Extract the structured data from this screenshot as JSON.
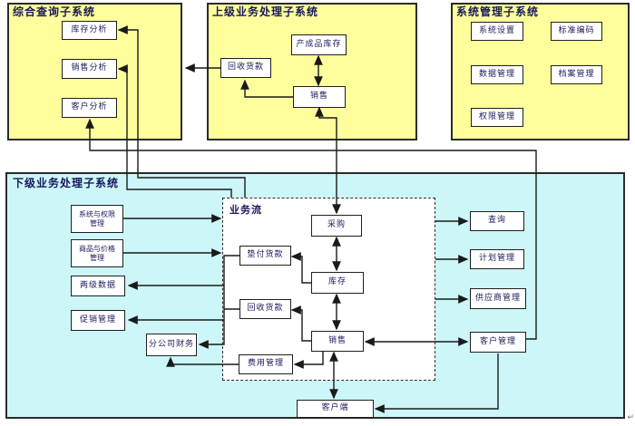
{
  "colors": {
    "subsystem_fill": "#feff9c",
    "lower_fill": "#ccf6f7",
    "box_fill": "#ffffff",
    "line": "#1a1a1a",
    "title_text": "#18185e",
    "label_text": "#1b1b5a"
  },
  "subsystems": {
    "query": {
      "title": "综合查询子系统",
      "nodes": [
        {
          "label": "库存分析"
        },
        {
          "label": "销售分析"
        },
        {
          "label": "客户分析"
        }
      ]
    },
    "upper": {
      "title": "上级业务处理子系统",
      "nodes": [
        {
          "label": "产成品库存"
        },
        {
          "label": "回收货款"
        },
        {
          "label": "销售"
        }
      ]
    },
    "admin": {
      "title": "系统管理子系统",
      "nodes": [
        {
          "label": "系统设置"
        },
        {
          "label": "标准编码"
        },
        {
          "label": "数据管理"
        },
        {
          "label": "档案管理"
        },
        {
          "label": "权限管理"
        }
      ]
    },
    "lower": {
      "title": "下级业务处理子系统",
      "left_nodes": [
        {
          "label": "系统与权限\n管理"
        },
        {
          "label": "商品与价格\n管理"
        },
        {
          "label": "两级数据"
        },
        {
          "label": "促销管理"
        }
      ],
      "flow": {
        "title": "业务流",
        "nodes": [
          {
            "label": "采购"
          },
          {
            "label": "垫付货款"
          },
          {
            "label": "库存"
          },
          {
            "label": "回收货款"
          },
          {
            "label": "销售"
          },
          {
            "label": "费用管理"
          }
        ]
      },
      "right_nodes": [
        {
          "label": "查询"
        },
        {
          "label": "计划管理"
        },
        {
          "label": "供应商管理"
        },
        {
          "label": "客户管理"
        }
      ],
      "finance": {
        "label": "分公司财务"
      },
      "client": {
        "label": "客户端"
      }
    }
  },
  "artifact": {
    "label": "↵"
  }
}
